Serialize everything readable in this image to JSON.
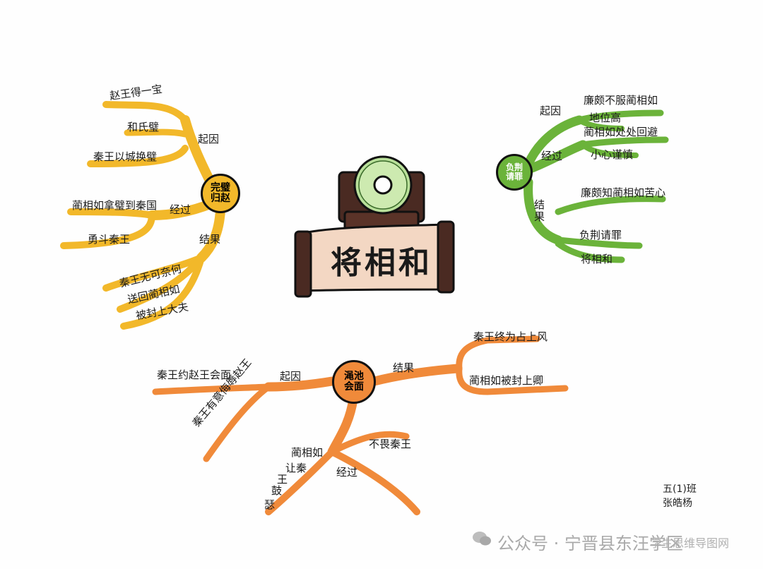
{
  "title": "将相和",
  "colors": {
    "yellow": "#f2b82a",
    "green": "#6bb33a",
    "orange": "#f08a3a",
    "ink": "#1a1a1a"
  },
  "yellow_branch": {
    "center": [
      "完璧",
      "归赵"
    ],
    "cause_label": "起因",
    "cause_items": [
      "赵王得一宝",
      "和氏璧",
      "秦王以城换璧"
    ],
    "process_label": "经过",
    "process_items": [
      "蔺相如拿璧到秦国",
      "勇斗秦王"
    ],
    "result_label": "结果",
    "result_items": [
      "秦王无可奈何",
      "送回蔺相如",
      "被封上大夫"
    ]
  },
  "green_branch": {
    "center": [
      "负荆",
      "请罪"
    ],
    "cause_label": "起因",
    "cause_items": [
      "廉颇不服蔺相如",
      "地位高"
    ],
    "process_label": "经过",
    "process_items": [
      "蔺相如处处回避",
      "小心谨慎"
    ],
    "result_label": "结果",
    "result_items": [
      "廉颇知蔺相如苦心",
      "负荆请罪",
      "将相和"
    ]
  },
  "orange_branch": {
    "center": [
      "渑池",
      "会面"
    ],
    "cause_label": "起因",
    "cause_items": [
      "秦王约赵王会面",
      "秦王有意侮辱赵王"
    ],
    "process_label": "经过",
    "process_items": [
      "蔺相如",
      "让秦",
      "王",
      "鼓",
      "瑟",
      "不畏秦王"
    ],
    "result_label": "结果",
    "result_items": [
      "秦王终为占上风",
      "蔺相如被封上卿"
    ]
  },
  "signature": [
    "五(1)班",
    "张皓杨"
  ],
  "watermark": {
    "account": "公众号 · 宁晋县东汪学区",
    "site": "学生思维导图网"
  },
  "icons": [
    "jade-disc-icon",
    "scroll-icon",
    "wechat-icon"
  ]
}
